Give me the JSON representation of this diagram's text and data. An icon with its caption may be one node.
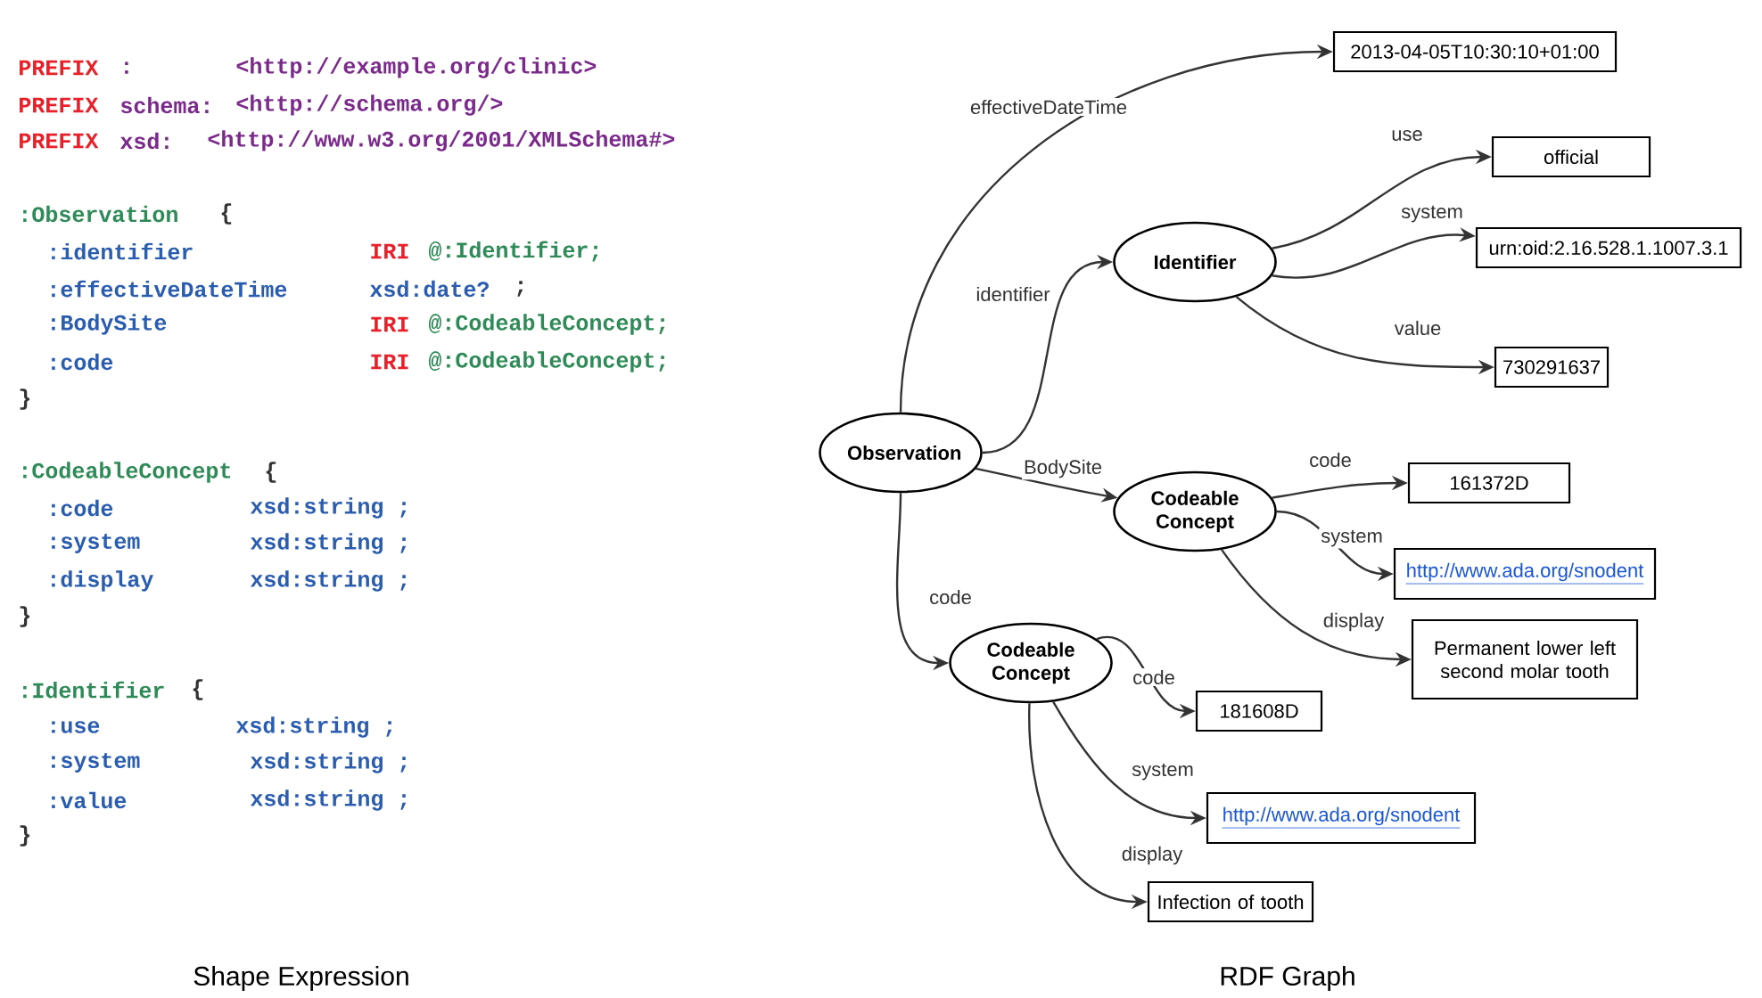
{
  "diagram": {
    "nodes": [
      {
        "text": [
          "Observation"
        ]
      },
      {
        "text": [
          "Identifier"
        ]
      },
      {
        "text": [
          "Codeable Concept"
        ]
      },
      {
        "text": [
          "Codeable Concept"
        ]
      },
      {
        "text": [
          "2013-04-05T10:30:10+01:00"
        ]
      },
      {
        "text": [
          "official"
        ]
      },
      {
        "text": [
          "urn:oid:2.16.528.1.1007.3.1"
        ]
      },
      {
        "text": [
          "730291637"
        ]
      },
      {
        "text": [
          "161372D"
        ]
      },
      {
        "text": [
          "http://www.ada.org/snodent"
        ]
      },
      {
        "text": [
          "Permanent lower left second molar tooth"
        ]
      },
      {
        "text": [
          "181608D"
        ]
      },
      {
        "text": [
          "http://www.ada.org/snodent"
        ]
      },
      {
        "text": [
          "Infection of tooth"
        ]
      }
    ],
    "edges": [
      {
        "from": 0,
        "to": 4,
        "arrow": "to",
        "label": "effectiveDateTime"
      },
      {
        "from": 0,
        "to": 1,
        "arrow": "to",
        "label": "identifier"
      },
      {
        "from": 0,
        "to": 2,
        "arrow": "to",
        "label": "BodySite"
      },
      {
        "from": 0,
        "to": 3,
        "arrow": "to",
        "label": "code"
      },
      {
        "from": 1,
        "to": 5,
        "arrow": "to",
        "label": "use"
      },
      {
        "from": 1,
        "to": 6,
        "arrow": "to",
        "label": "system"
      },
      {
        "from": 1,
        "to": 7,
        "arrow": "to",
        "label": "value"
      },
      {
        "from": 2,
        "to": 8,
        "arrow": "to",
        "label": "code"
      },
      {
        "from": 2,
        "to": 9,
        "arrow": "to",
        "label": "system"
      },
      {
        "from": 2,
        "to": 10,
        "arrow": "to",
        "label": "display"
      },
      {
        "from": 3,
        "to": 11,
        "arrow": "to",
        "label": "code"
      },
      {
        "from": 3,
        "to": 12,
        "arrow": "to",
        "label": "system"
      },
      {
        "from": 3,
        "to": 13,
        "arrow": "to",
        "label": "display"
      }
    ],
    "labels": [
      "PREFIX",
      ":",
      "<http://example.org/clinic>",
      "PREFIX",
      "schema:",
      "<http://schema.org/>",
      "PREFIX",
      "xsd:",
      "<http://www.w3.org/2001/XMLSchema#>",
      ":Observation",
      "{",
      ":identifier",
      "IRI",
      "@:Identifier;",
      ":effectiveDateTime",
      "xsd:date?",
      ";",
      ":BodySite",
      "IRI",
      "@:CodeableConcept;",
      ":code",
      "IRI",
      "@:CodeableConcept;",
      "}",
      ":CodeableConcept",
      "{",
      ":code",
      "xsd:string ;",
      ":system",
      "xsd:string ;",
      ":display",
      "xsd:string ;",
      "}",
      ":Identifier",
      "{",
      ":use",
      "xsd:string ;",
      ":system",
      "xsd:string ;",
      ":value",
      "xsd:string ;",
      "}",
      "Shape Expression",
      "RDF Graph"
    ]
  }
}
